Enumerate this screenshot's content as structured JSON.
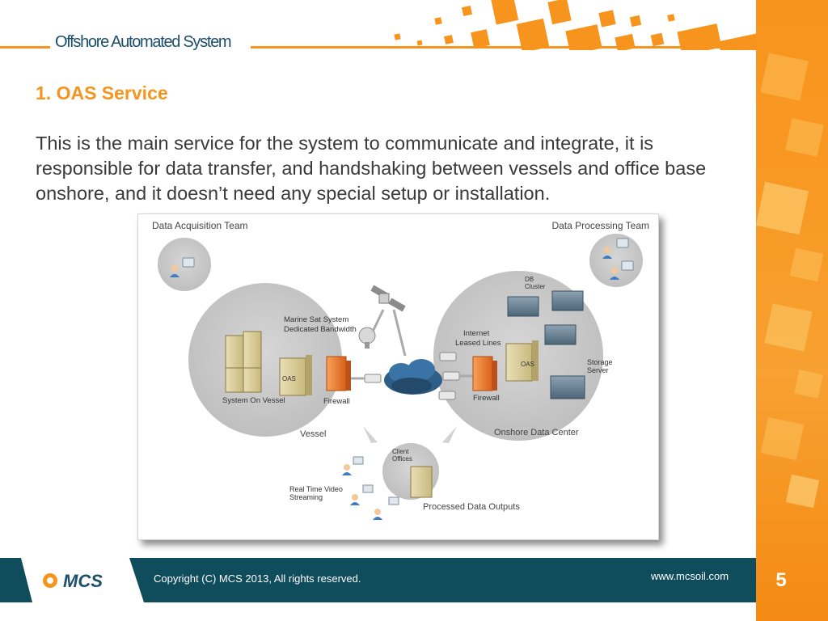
{
  "header": {
    "title": "Offshore Automated System"
  },
  "content": {
    "section_title": "1. OAS Service",
    "body": "This is the main service for the system to communicate and integrate, it is responsible for data transfer, and handshaking between vessels and office base onshore, and it doesn’t need any special setup or installation."
  },
  "diagram": {
    "data_acquisition_team": "Data Acquisition Team",
    "data_processing_team": "Data Processing Team",
    "marine_sat_line1": "Marine Sat System",
    "marine_sat_line2": "Dedicated Bandwidth",
    "internet_line1": "Internet",
    "internet_line2": "Leased Lines",
    "db_line1": "DB",
    "db_line2": "Cluster",
    "oas_vessel": "OAS",
    "oas_onshore": "OAS",
    "system_on_vessel": "System On Vessel",
    "firewall_vessel": "Firewall",
    "firewall_onshore": "Firewall",
    "vessel": "Vessel",
    "onshore_data_center": "Onshore Data Center",
    "storage_line1": "Storage",
    "storage_line2": "Server",
    "client_line1": "Client",
    "client_line2": "Offices",
    "rtv_line1": "Real Time Video",
    "rtv_line2": "Streaming",
    "processed_data_outputs": "Processed Data Outputs"
  },
  "footer": {
    "logo_text": "MCS",
    "copyright": "Copyright (C) MCS 2013, All rights reserved.",
    "website": "www.mcsoil.com",
    "page_number": "5"
  },
  "colors": {
    "accent_orange": "#f7941d",
    "footer_teal": "#0f4c5c",
    "title_navy": "#1c4f6b"
  }
}
